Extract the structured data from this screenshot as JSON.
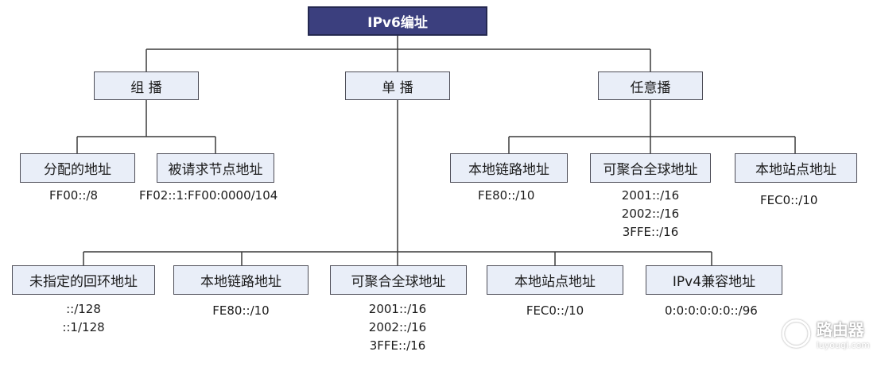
{
  "root": "IPv6编址",
  "categories": {
    "multicast": "组 播",
    "unicast": "单 播",
    "anycast": "任意播"
  },
  "multicast": [
    {
      "label": "分配的地址",
      "addresses": [
        "FF00::/8"
      ]
    },
    {
      "label": "被请求节点地址",
      "addresses": [
        "FF02::1:FF00:0000/104"
      ]
    }
  ],
  "anycast": [
    {
      "label": "本地链路地址",
      "addresses": [
        "FE80::/10"
      ]
    },
    {
      "label": "可聚合全球地址",
      "addresses": [
        "2001::/16",
        "2002::/16",
        "3FFE::/16"
      ]
    },
    {
      "label": "本地站点地址",
      "addresses": [
        "FEC0::/10"
      ]
    }
  ],
  "unicast": [
    {
      "label": "未指定的回环地址",
      "addresses": [
        "::/128",
        "::1/128"
      ]
    },
    {
      "label": "本地链路地址",
      "addresses": [
        "FE80::/10"
      ]
    },
    {
      "label": "可聚合全球地址",
      "addresses": [
        "2001::/16",
        "2002::/16",
        "3FFE::/16"
      ]
    },
    {
      "label": "本地站点地址",
      "addresses": [
        "FEC0::/10"
      ]
    },
    {
      "label": "IPv4兼容地址",
      "addresses": [
        "0:0:0:0:0:0::/96"
      ]
    }
  ],
  "watermark": {
    "title": "路由器",
    "subtitle": "luyouqi.com"
  },
  "colors": {
    "node_fill": "#e9eef8",
    "node_border": "#4d4d57",
    "root_fill": "#3b3f7e",
    "line": "#3a3a3a"
  }
}
